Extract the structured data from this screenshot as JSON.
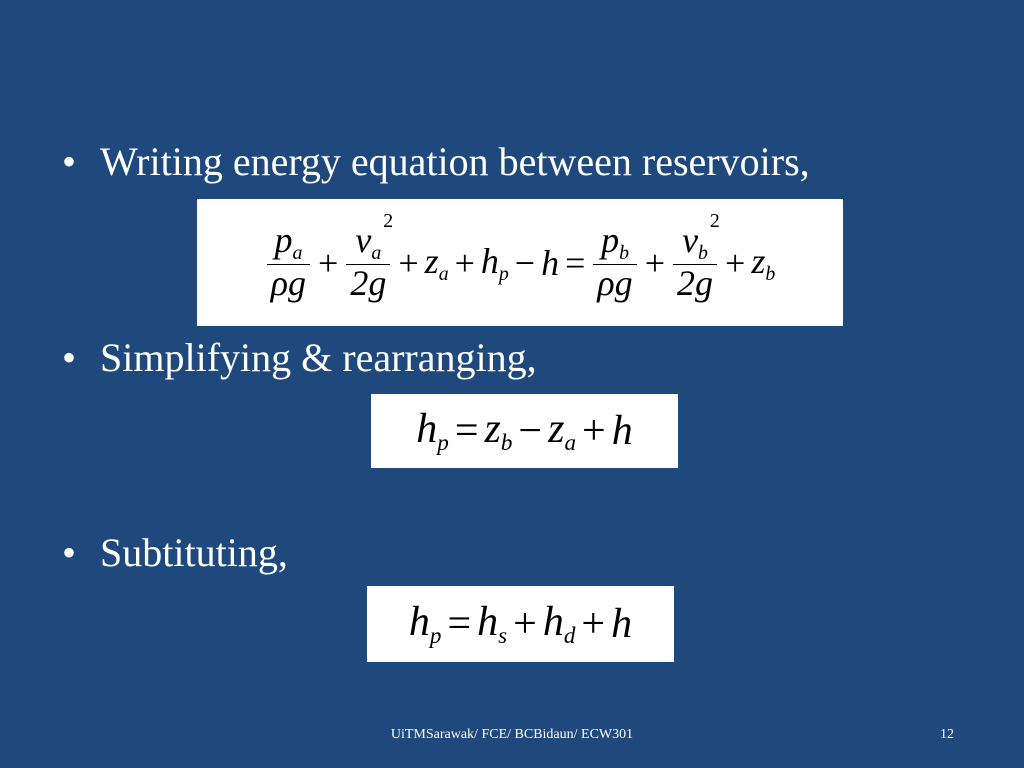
{
  "bullets": [
    {
      "marker": "•",
      "text": "Writing energy equation between reservoirs,"
    },
    {
      "marker": "•",
      "text": "Simplifying & rearranging,"
    },
    {
      "marker": "•",
      "text": "Subtituting,"
    }
  ],
  "equations": {
    "energy": {
      "pa": "p",
      "pa_sub": "a",
      "rho_g_1": "ρg",
      "va": "v",
      "va_sub": "a",
      "va_sup": "2",
      "two_g_1": "2g",
      "za": "z",
      "za_sub": "a",
      "hp": "h",
      "hp_sub": "p",
      "h": "h",
      "pb": "p",
      "pb_sub": "b",
      "rho_g_2": "ρg",
      "vb": "v",
      "vb_sub": "b",
      "vb_sup": "2",
      "two_g_2": "2g",
      "zb": "z",
      "zb_sub": "b",
      "plus": "+",
      "minus": "−",
      "equals": "="
    },
    "rearranged": {
      "hp": "h",
      "hp_sub": "p",
      "equals": "=",
      "zb": "z",
      "zb_sub": "b",
      "minus": "−",
      "za": "z",
      "za_sub": "a",
      "plus": "+",
      "h": "h"
    },
    "substituted": {
      "hp": "h",
      "hp_sub": "p",
      "equals": "=",
      "hs": "h",
      "hs_sub": "s",
      "plus1": "+",
      "hd": "h",
      "hd_sub": "d",
      "plus2": "+",
      "h": "h"
    }
  },
  "footer": {
    "text": "UiTMSarawak/ FCE/ BCBidaun/ ECW301",
    "page_number": "12"
  }
}
